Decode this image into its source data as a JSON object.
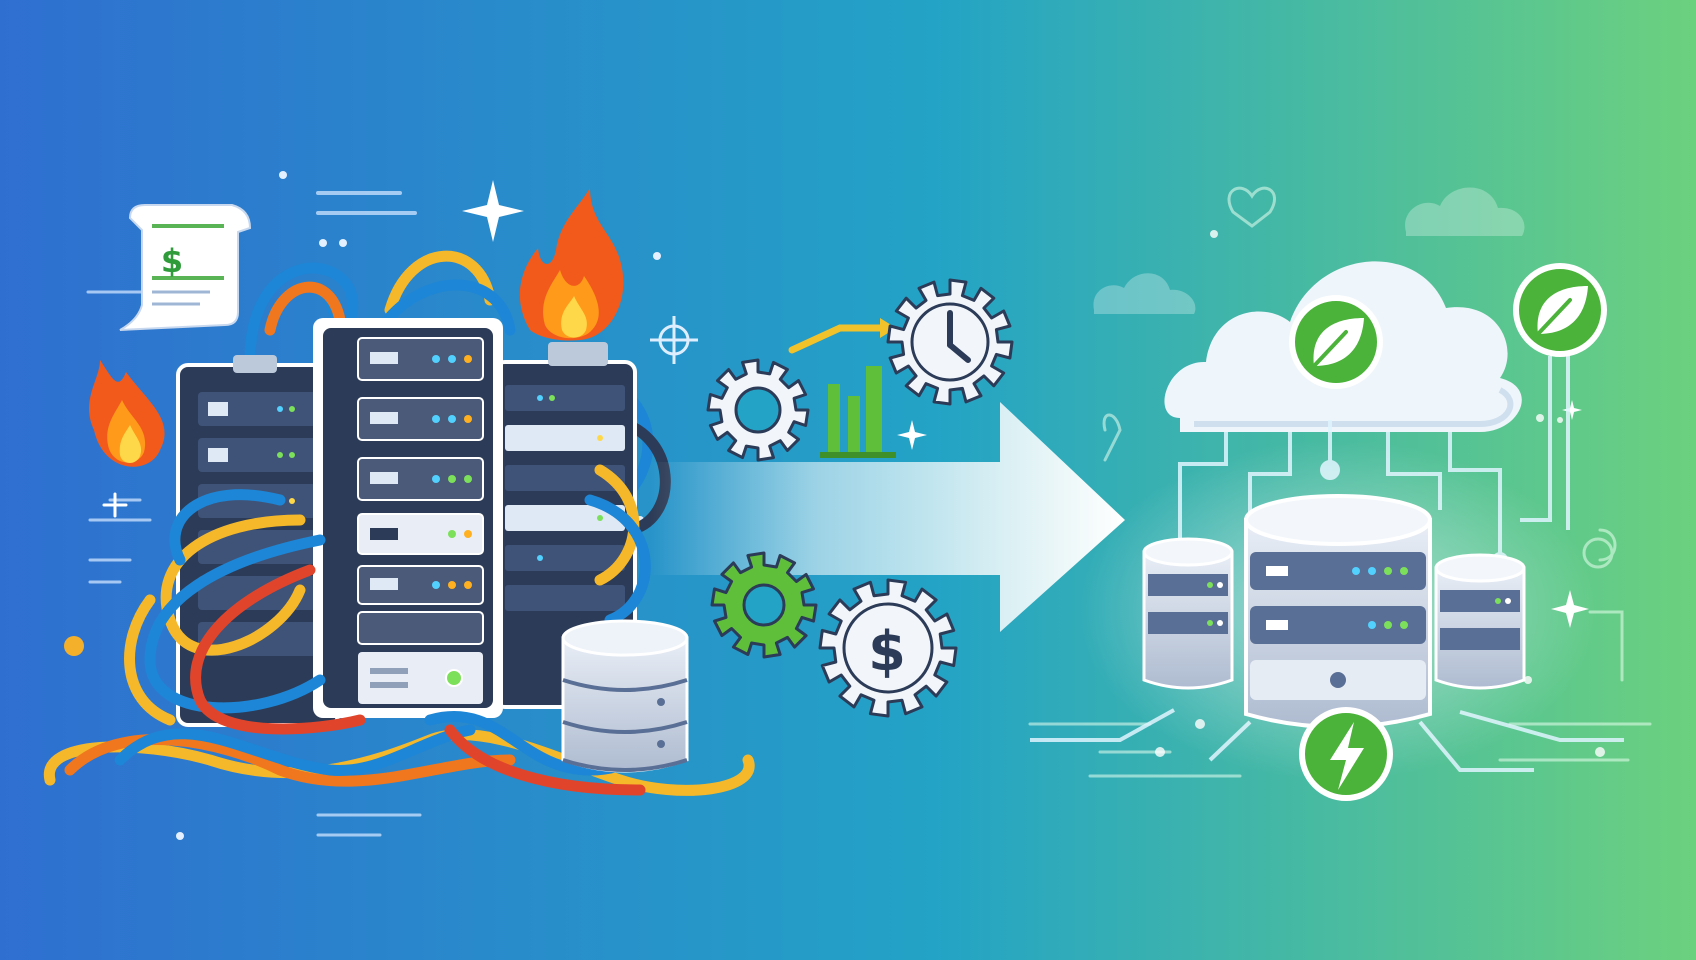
{
  "scene": {
    "type": "illustration",
    "theme": "migration from legacy on-premise servers to green cloud infrastructure",
    "colors": {
      "bg_left": "#2f6fd0",
      "bg_mid": "#23a3c6",
      "bg_right": "#6cd17e",
      "fire_outer": "#f25a1c",
      "fire_mid": "#ff8c1a",
      "fire_inner": "#ffd84a",
      "cable_blue": "#1d86d6",
      "cable_orange": "#f0771e",
      "cable_yellow": "#f5b82a",
      "cable_red": "#e0452c",
      "server_dark": "#2c3b57",
      "server_frame": "#4a5a78",
      "leaf_green": "#4bb23a",
      "gear_white": "#f2f6fb",
      "gear_green": "#5fbf3a",
      "chart_green": "#5fbf3a",
      "chart_yellow": "#f2c22a",
      "cloud_white": "#f5f9fd",
      "db_steel": "#5a6f95",
      "lightning": "#ffffff"
    }
  },
  "left": {
    "receipt": {
      "symbol": "$",
      "icon": "receipt-icon"
    },
    "icons": [
      "fire-icon",
      "fire-icon",
      "server-rack-icon",
      "database-icon",
      "tangled-cables"
    ]
  },
  "middle": {
    "icons": [
      "gear-icon",
      "clock-gear-icon",
      "bar-chart-icon",
      "gear-icon",
      "dollar-gear-icon",
      "arrow-right-icon"
    ],
    "dollar_symbol": "$"
  },
  "right": {
    "icons": [
      "cloud-icon",
      "leaf-badge-icon",
      "leaf-badge-icon",
      "database-icon",
      "lightning-badge-icon"
    ]
  }
}
